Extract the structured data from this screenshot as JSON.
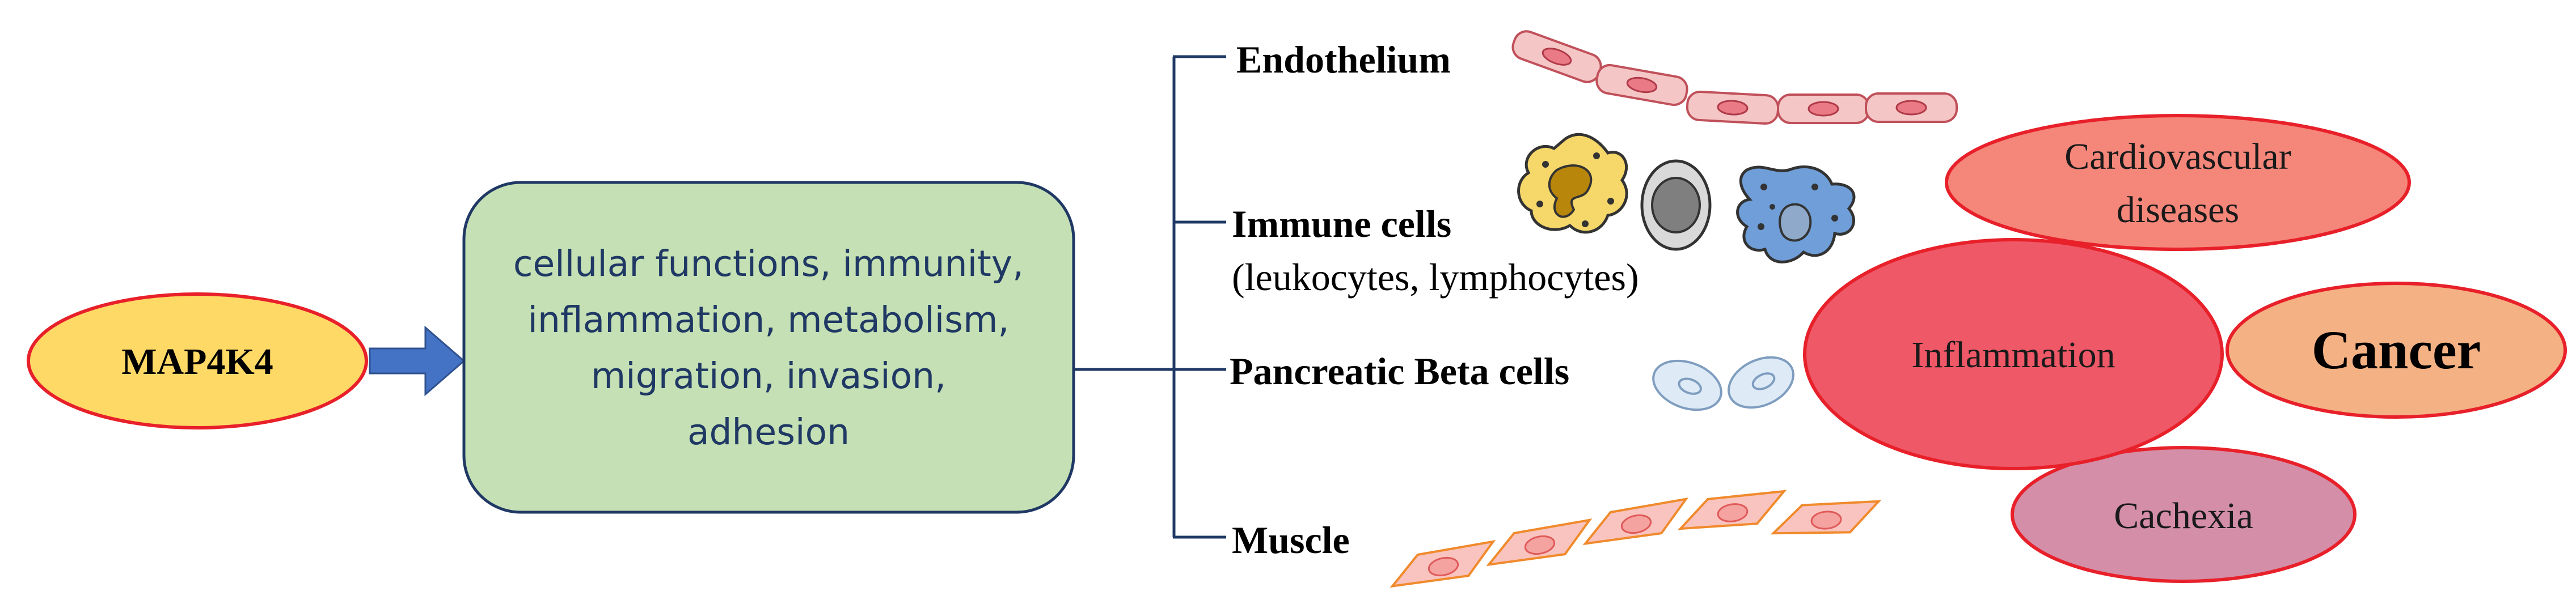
{
  "source": {
    "label": "MAP4K4",
    "fill": "#FFD966",
    "stroke": "#E8202A"
  },
  "functions": {
    "lines": [
      "cellular functions, immunity,",
      "inflammation, metabolism,",
      "migration, invasion,",
      "adhesion"
    ],
    "fill": "#C5E0B4",
    "stroke": "#1F3864",
    "text_color": "#1F3864"
  },
  "arrow_color": "#4472C4",
  "bracket_color": "#1F3864",
  "tissues": [
    {
      "label": "Endothelium",
      "sublabel": "",
      "icon": "endothelial-cells"
    },
    {
      "label": "Immune cells",
      "sublabel": "(leukocytes, lymphocytes)",
      "icon": "immune-cells"
    },
    {
      "label": "Pancreatic Beta cells",
      "sublabel": "",
      "icon": "beta-cells"
    },
    {
      "label": "Muscle",
      "sublabel": "",
      "icon": "muscle-cells"
    }
  ],
  "diseases": [
    {
      "lines": [
        "Cardiovascular",
        "diseases"
      ],
      "fill": "#F4877A"
    },
    {
      "lines": [
        "Inflammation"
      ],
      "fill": "#EE5867"
    },
    {
      "lines": [
        "Cancer"
      ],
      "fill": "#F4B183"
    },
    {
      "lines": [
        "Cachexia"
      ],
      "fill": "#D48EA8"
    }
  ],
  "disease_stroke": "#E8202A"
}
